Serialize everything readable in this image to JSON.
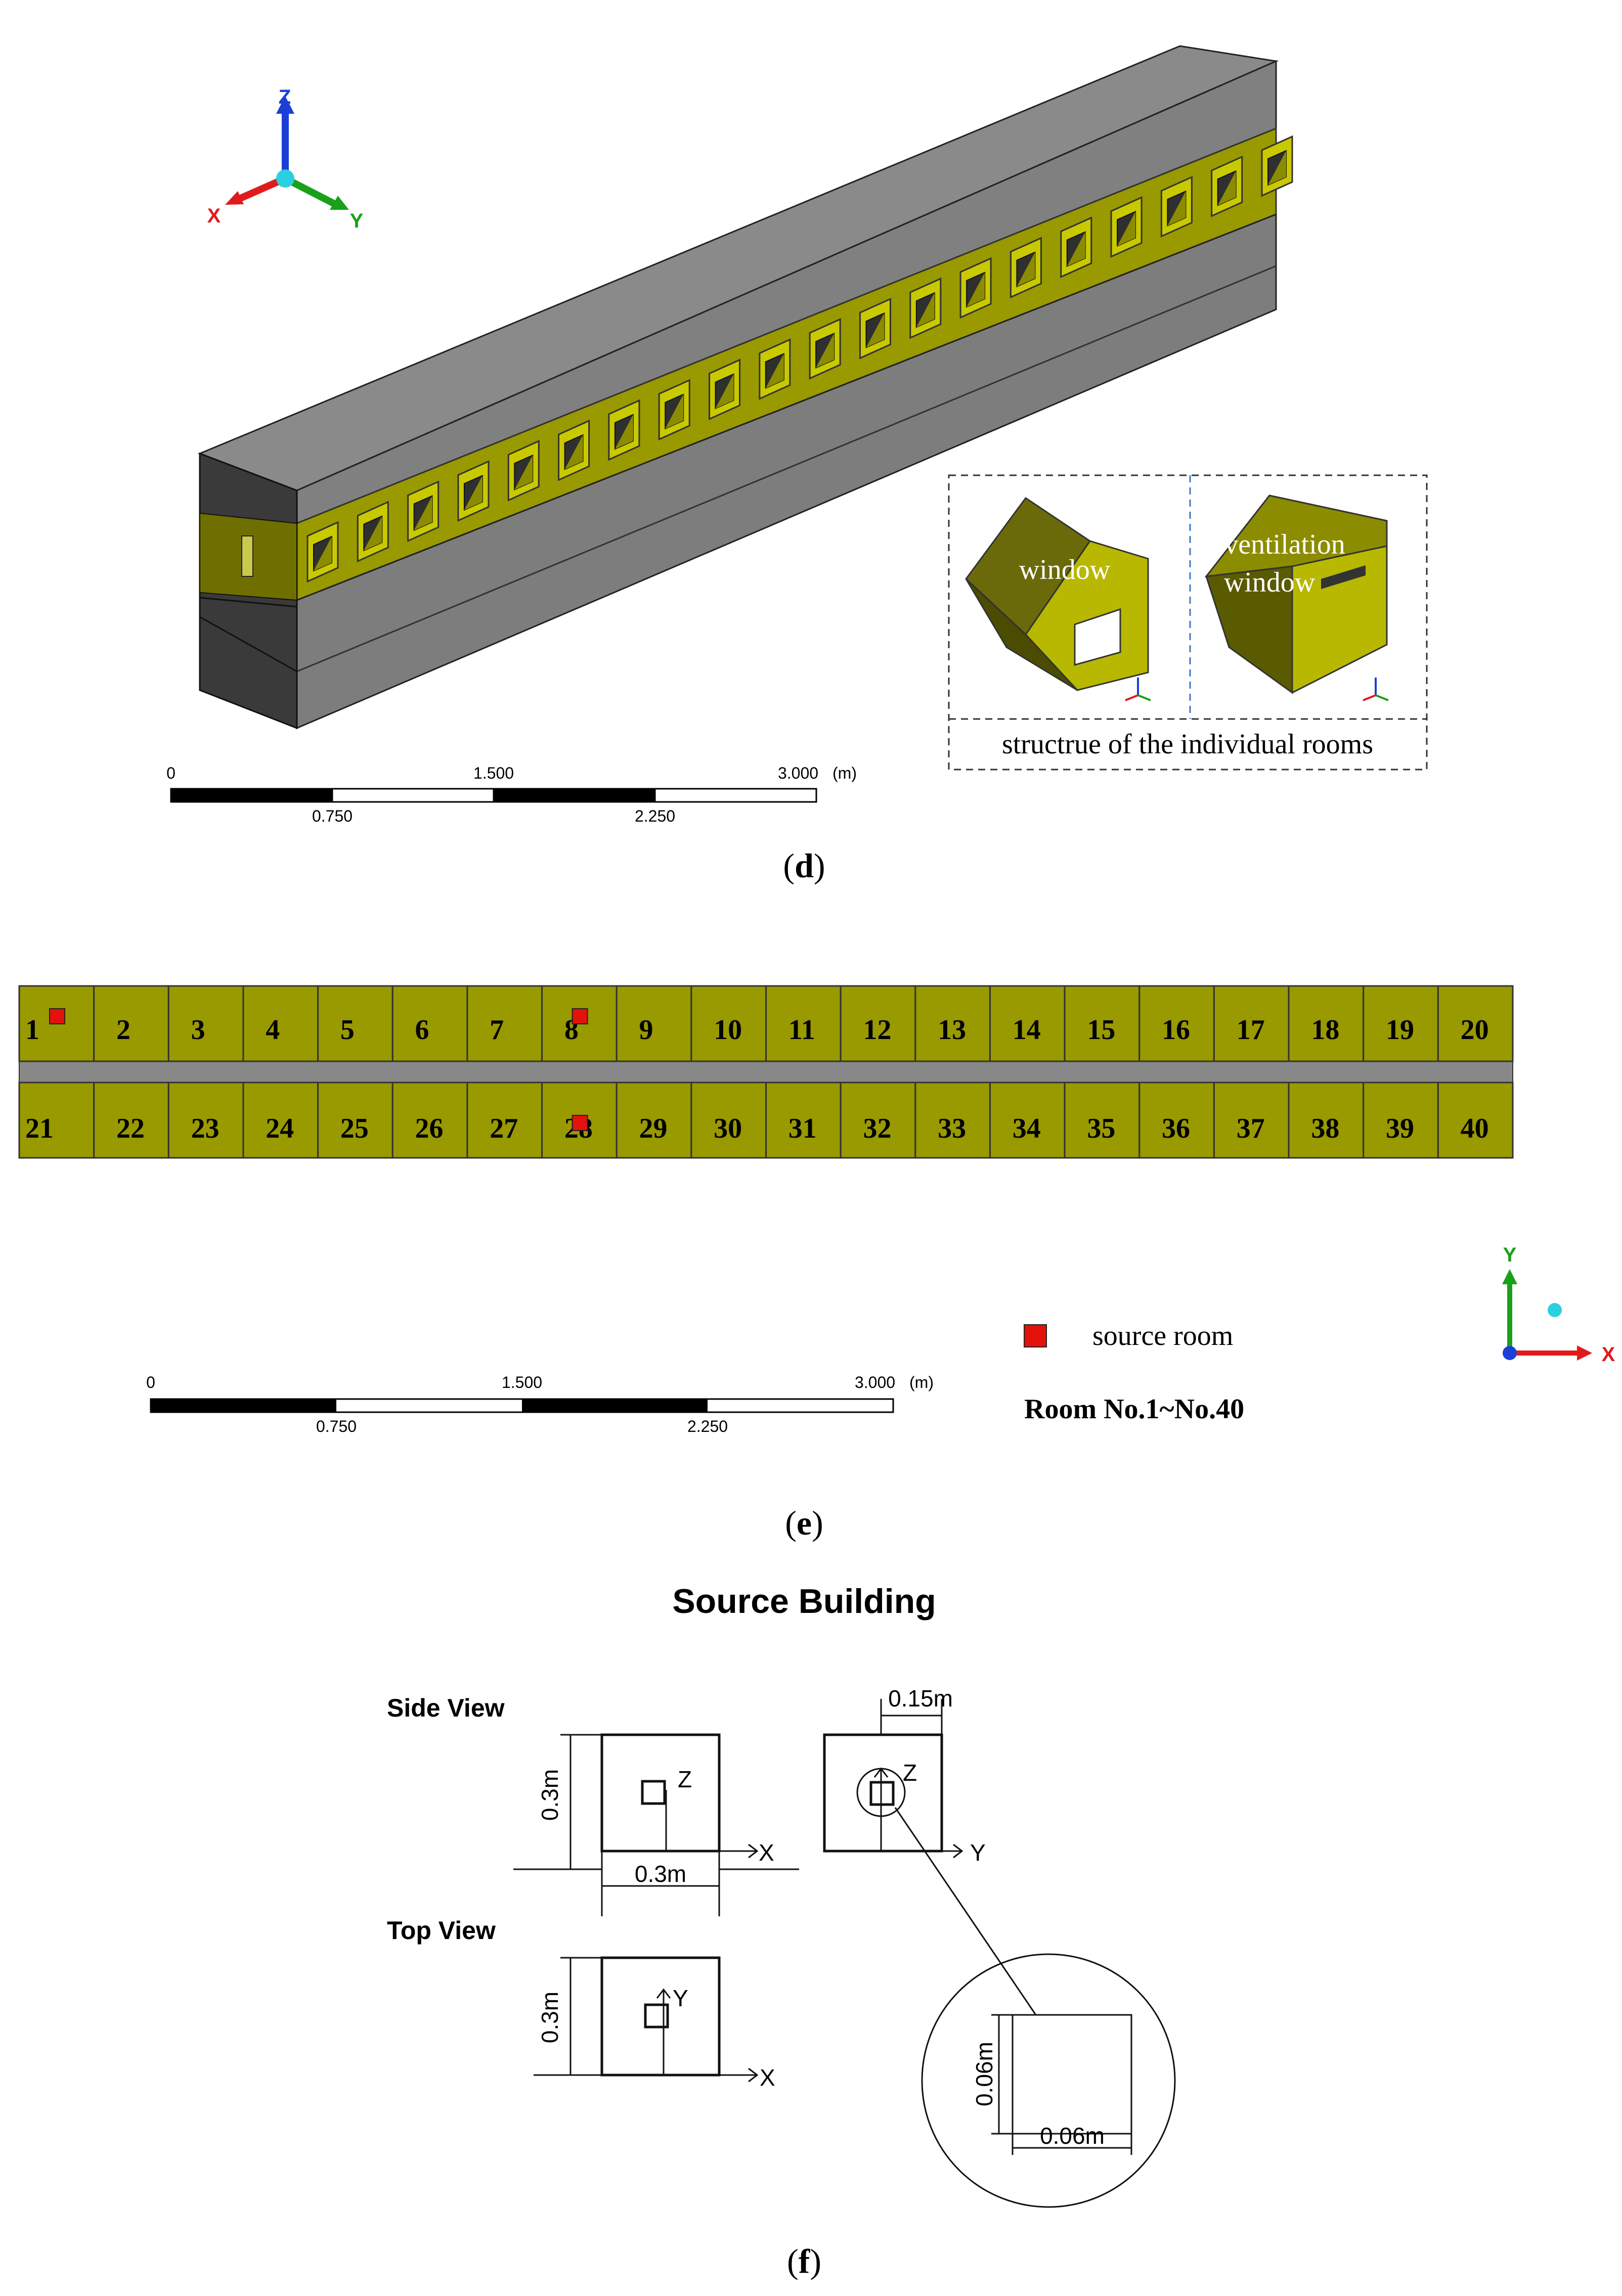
{
  "panel_d": {
    "caption_open": "(",
    "caption_letter": "d",
    "caption_close": ")",
    "axes": {
      "z": "Z",
      "x": "X",
      "y": "Y"
    },
    "scale": {
      "t0": "0",
      "t1": "1.500",
      "t2": "3.000",
      "unit": "(m)",
      "b1": "0.750",
      "b2": "2.250"
    },
    "inset": {
      "window_label": "window",
      "vent_label_1": "ventilation",
      "vent_label_2": "window",
      "caption": "structrue of the individual rooms"
    }
  },
  "panel_e": {
    "caption_open": "(",
    "caption_letter": "e",
    "caption_close": ")",
    "top_rooms": [
      "1",
      "2",
      "3",
      "4",
      "5",
      "6",
      "7",
      "8",
      "9",
      "10",
      "11",
      "12",
      "13",
      "14",
      "15",
      "16",
      "17",
      "18",
      "19",
      "20"
    ],
    "bottom_rooms": [
      "21",
      "22",
      "23",
      "24",
      "25",
      "26",
      "27",
      "28",
      "29",
      "30",
      "31",
      "32",
      "33",
      "34",
      "35",
      "36",
      "37",
      "38",
      "39",
      "40"
    ],
    "source_rooms": [
      "1",
      "8",
      "28"
    ],
    "legend_label": "source room",
    "room_range": "Room No.1~No.40",
    "axes": {
      "y": "Y",
      "x": "X"
    },
    "scale": {
      "t0": "0",
      "t1": "1.500",
      "t2": "3.000",
      "unit": "(m)",
      "b1": "0.750",
      "b2": "2.250"
    }
  },
  "panel_f": {
    "caption_open": "(",
    "caption_letter": "f",
    "caption_close": ")",
    "title": "Source Building",
    "side_view": "Side View",
    "top_view": "Top View",
    "dims": {
      "h": "0.3m",
      "w": "0.3m",
      "h2": "0.3m",
      "offset": "0.15m",
      "zoom_h": "0.06m",
      "zoom_w": "0.06m"
    },
    "axes": {
      "x": "X",
      "z": "Z",
      "y": "Y"
    }
  },
  "colors": {
    "room": "#999900",
    "room_dark": "#6f6f00",
    "wall": "#7d7d7d",
    "wall_top": "#8a8a8a",
    "wall_dark": "#3a3a3a",
    "corridor": "#888888",
    "source": "#e3120b",
    "axis_x": "#e11b1b",
    "axis_y": "#1aa01a",
    "axis_z": "#1b3fd6"
  }
}
